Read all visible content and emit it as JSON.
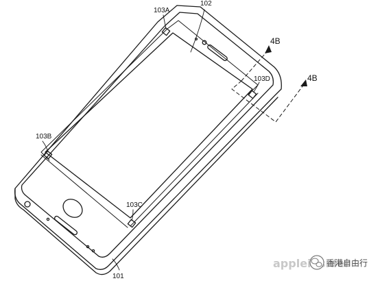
{
  "figure": {
    "labels": {
      "l102": "102",
      "l103A": "103A",
      "l103B": "103B",
      "l103C": "103C",
      "l103D": "103D",
      "l101": "101",
      "l4B_top": "4B",
      "l4B_right": "4B"
    }
  },
  "watermark": {
    "site_text": "appleinsider",
    "account_name": "香港自由行"
  }
}
